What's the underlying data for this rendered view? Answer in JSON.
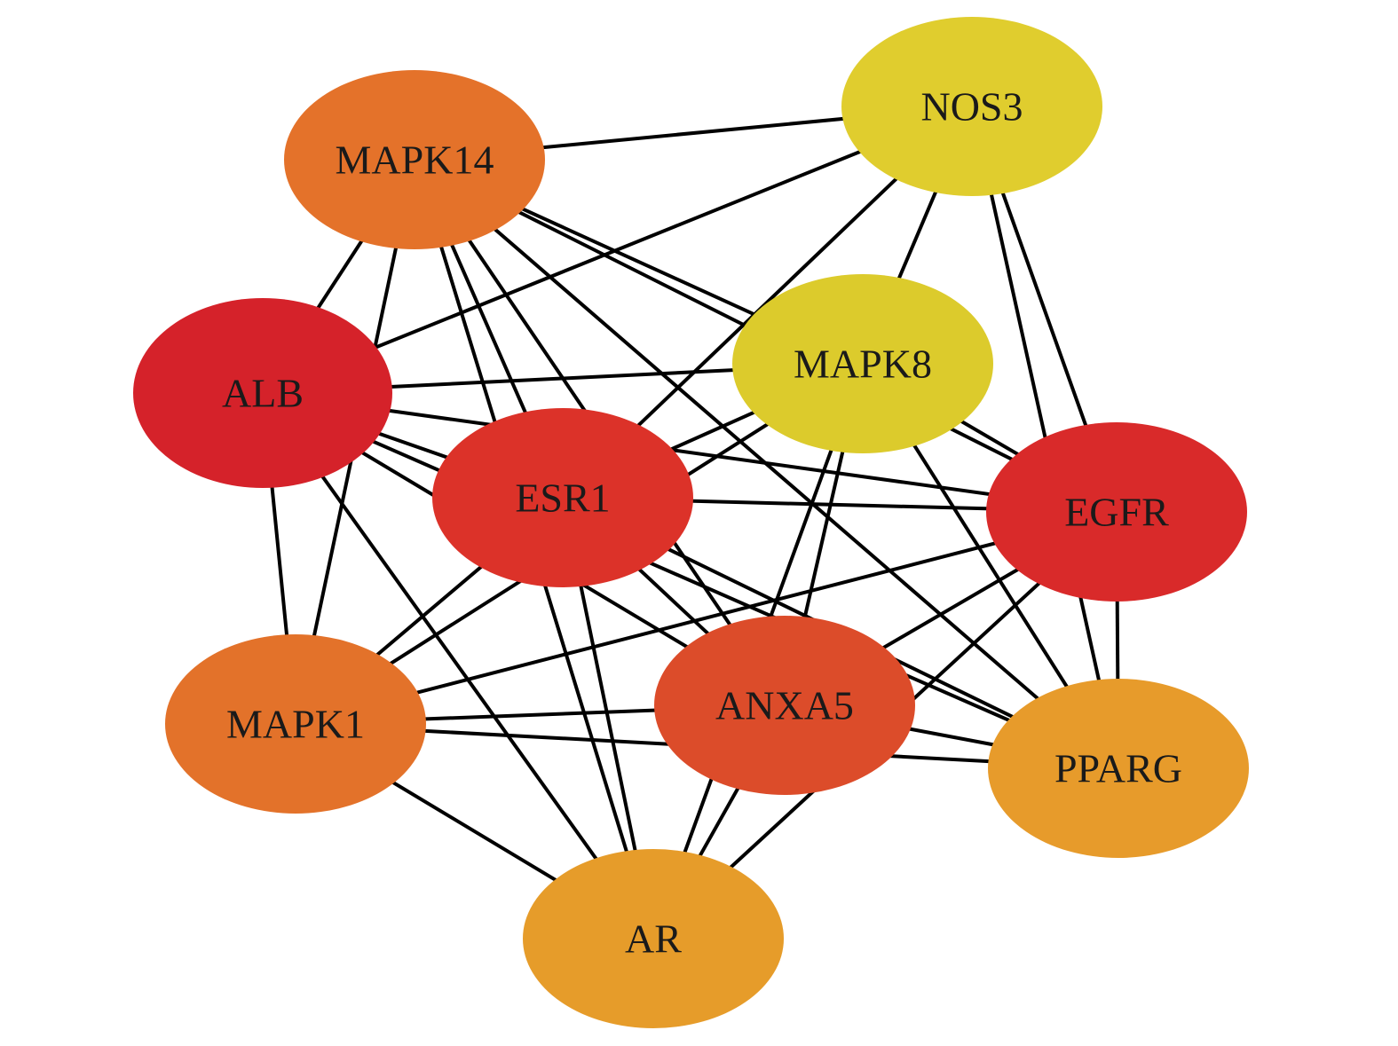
{
  "chart_data": {
    "type": "network",
    "nodes": [
      {
        "id": "NOS3",
        "label": "NOS3",
        "color": "#e0cd2e"
      },
      {
        "id": "MAPK14",
        "label": "MAPK14",
        "color": "#e4722a"
      },
      {
        "id": "MAPK8",
        "label": "MAPK8",
        "color": "#dccb2c"
      },
      {
        "id": "ALB",
        "label": "ALB",
        "color": "#d5222a"
      },
      {
        "id": "ESR1",
        "label": "ESR1",
        "color": "#dc3229"
      },
      {
        "id": "EGFR",
        "label": "EGFR",
        "color": "#d92a2a"
      },
      {
        "id": "MAPK1",
        "label": "MAPK1",
        "color": "#e3722a"
      },
      {
        "id": "ANXA5",
        "label": "ANXA5",
        "color": "#dc4c2a"
      },
      {
        "id": "PPARG",
        "label": "PPARG",
        "color": "#e79b2b"
      },
      {
        "id": "AR",
        "label": "AR",
        "color": "#e69c2a"
      }
    ],
    "edges": [
      [
        "MAPK14",
        "NOS3"
      ],
      [
        "MAPK14",
        "ALB"
      ],
      [
        "MAPK14",
        "ESR1"
      ],
      [
        "MAPK14",
        "MAPK8"
      ],
      [
        "MAPK14",
        "EGFR"
      ],
      [
        "MAPK14",
        "MAPK1"
      ],
      [
        "MAPK14",
        "ANXA5"
      ],
      [
        "MAPK14",
        "PPARG"
      ],
      [
        "MAPK14",
        "AR"
      ],
      [
        "NOS3",
        "ALB"
      ],
      [
        "NOS3",
        "ESR1"
      ],
      [
        "NOS3",
        "MAPK8"
      ],
      [
        "NOS3",
        "EGFR"
      ],
      [
        "NOS3",
        "PPARG"
      ],
      [
        "MAPK8",
        "ALB"
      ],
      [
        "MAPK8",
        "ESR1"
      ],
      [
        "MAPK8",
        "EGFR"
      ],
      [
        "MAPK8",
        "ANXA5"
      ],
      [
        "MAPK8",
        "AR"
      ],
      [
        "MAPK8",
        "MAPK1"
      ],
      [
        "MAPK8",
        "PPARG"
      ],
      [
        "ALB",
        "ESR1"
      ],
      [
        "ALB",
        "EGFR"
      ],
      [
        "ALB",
        "ANXA5"
      ],
      [
        "ALB",
        "PPARG"
      ],
      [
        "ALB",
        "MAPK1"
      ],
      [
        "ALB",
        "AR"
      ],
      [
        "ESR1",
        "EGFR"
      ],
      [
        "ESR1",
        "MAPK1"
      ],
      [
        "ESR1",
        "ANXA5"
      ],
      [
        "ESR1",
        "PPARG"
      ],
      [
        "ESR1",
        "AR"
      ],
      [
        "EGFR",
        "MAPK1"
      ],
      [
        "EGFR",
        "ANXA5"
      ],
      [
        "EGFR",
        "PPARG"
      ],
      [
        "EGFR",
        "AR"
      ],
      [
        "MAPK1",
        "ANXA5"
      ],
      [
        "MAPK1",
        "PPARG"
      ],
      [
        "MAPK1",
        "AR"
      ],
      [
        "ANXA5",
        "PPARG"
      ],
      [
        "ANXA5",
        "AR"
      ]
    ]
  }
}
